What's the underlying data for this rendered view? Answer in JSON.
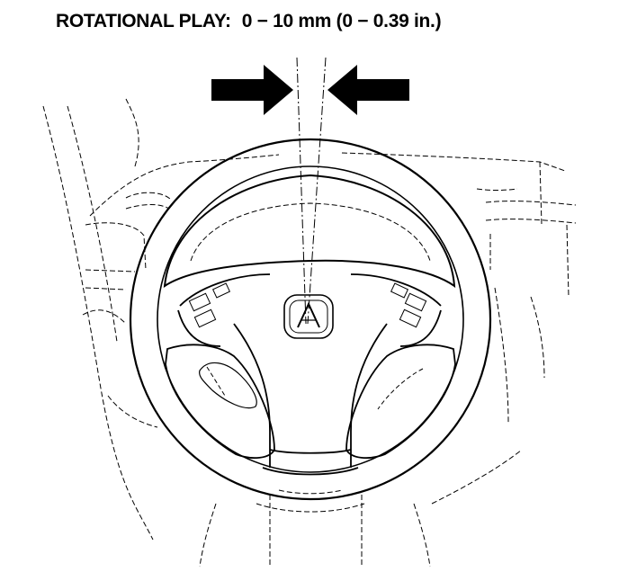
{
  "title": {
    "label": "ROTATIONAL PLAY:",
    "value": "0 − 10 mm (0 − 0.39 in.)"
  },
  "icons": {
    "left_arrow": "arrow-right-icon",
    "right_arrow": "arrow-left-icon",
    "emblem": "acura-logo"
  },
  "colors": {
    "ink": "#000000",
    "paper": "#ffffff"
  }
}
